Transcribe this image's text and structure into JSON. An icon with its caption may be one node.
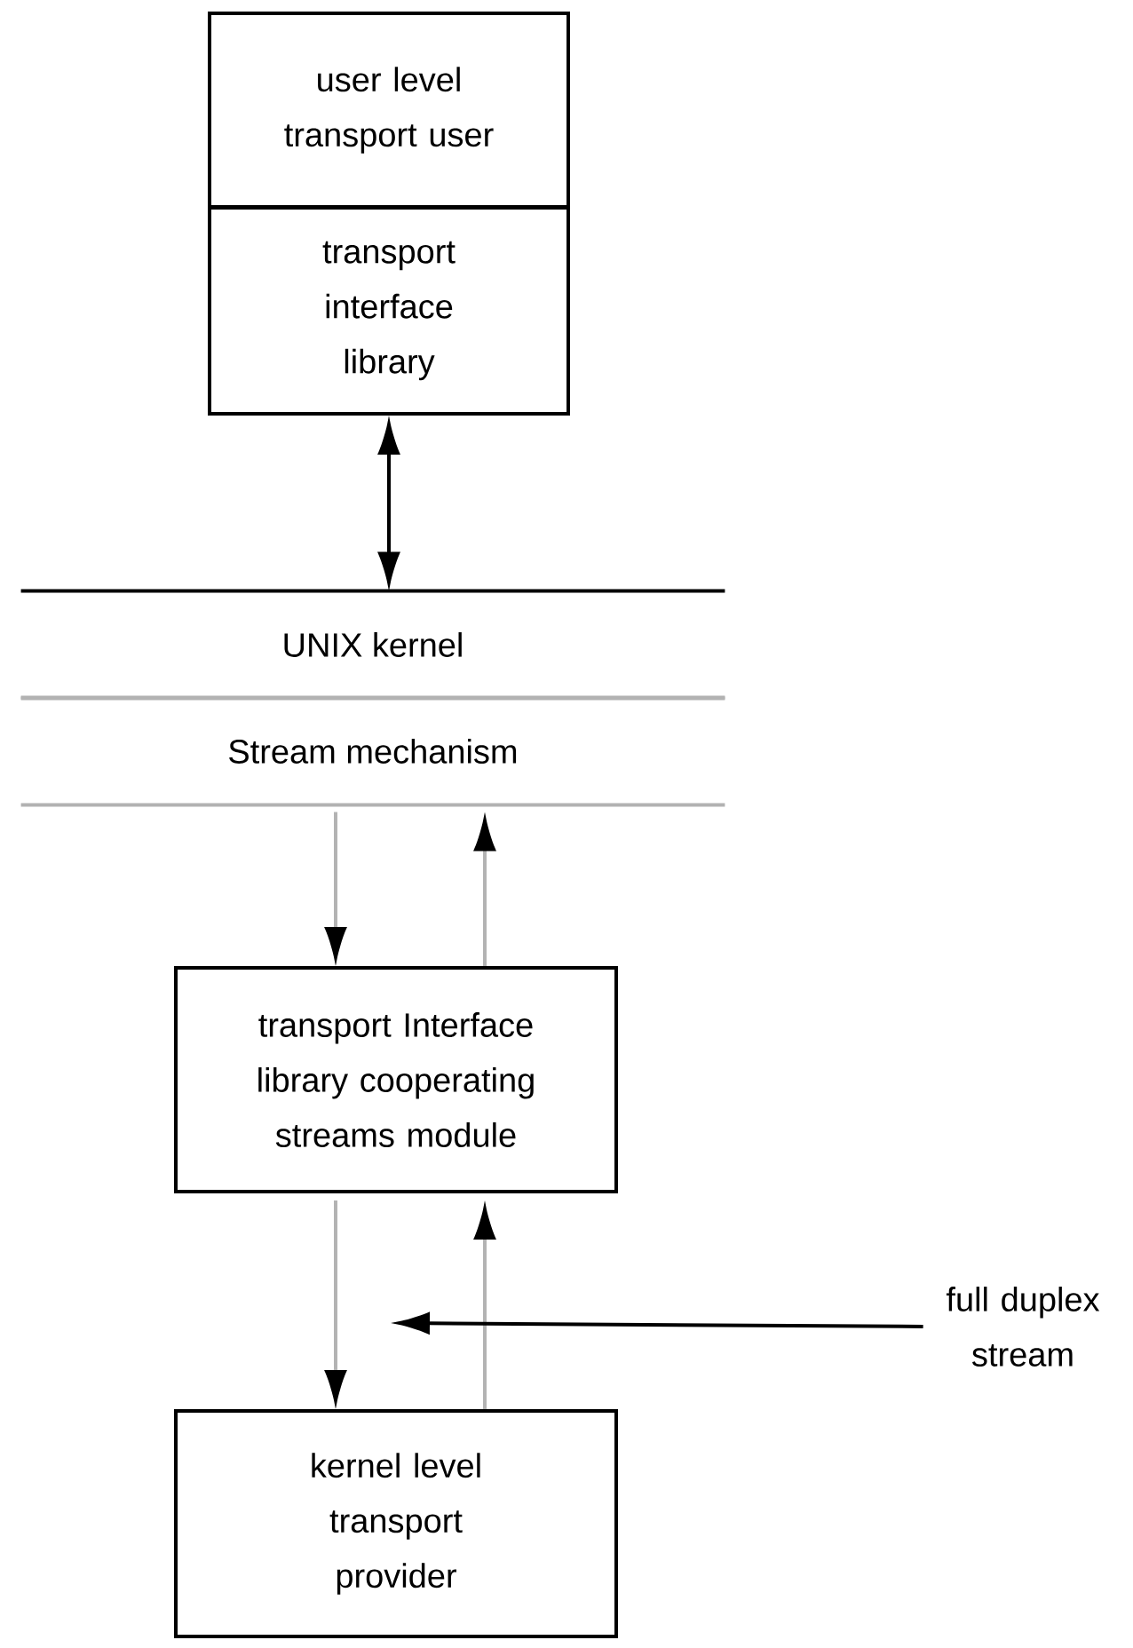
{
  "diagram": {
    "nodes": [
      {
        "text": [
          "user level transport user"
        ]
      },
      {
        "text": [
          "transport interface library"
        ]
      },
      {
        "text": [
          "UNIX kernel"
        ]
      },
      {
        "text": [
          "Stream mechanism"
        ]
      },
      {
        "text": [
          "transport Interface library cooperating streams module"
        ]
      },
      {
        "text": [
          "kernel level transport provider"
        ]
      },
      {
        "text": [
          "full duplex stream"
        ]
      }
    ],
    "edges": [
      {
        "from": 1,
        "to": 2,
        "arrow": "both",
        "color": "#000000"
      },
      {
        "from": 3,
        "to": 4,
        "arrow": "to",
        "color": "#b3b3b3"
      },
      {
        "from": 4,
        "to": 3,
        "arrow": "to",
        "color": "#b3b3b3"
      },
      {
        "from": 4,
        "to": 5,
        "arrow": "to",
        "color": "#b3b3b3"
      },
      {
        "from": 5,
        "to": 4,
        "arrow": "to",
        "color": "#b3b3b3"
      },
      {
        "from": 6,
        "to": null,
        "arrow": "to",
        "color": "#000000"
      }
    ]
  }
}
